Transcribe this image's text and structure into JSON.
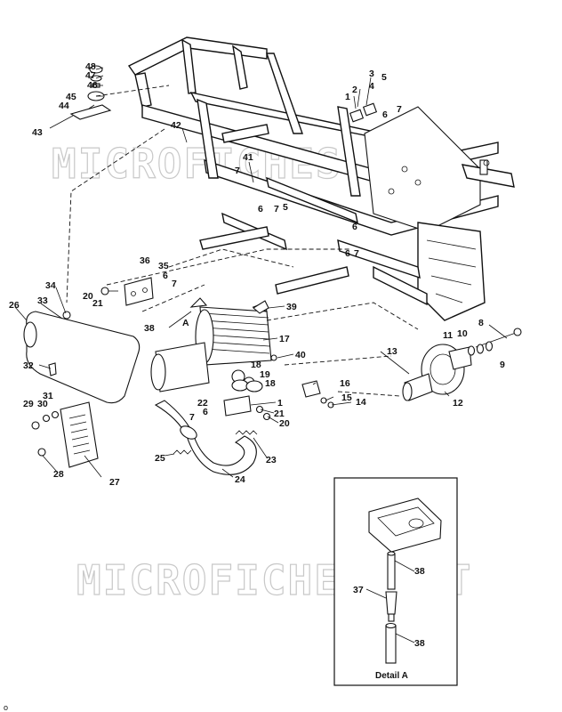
{
  "watermark": "MICROFICHES.NET",
  "detail": {
    "title": "Detail A"
  },
  "detail_marker": "A",
  "page_marker": "o",
  "callouts": [
    {
      "id": "48",
      "label": "48"
    },
    {
      "id": "47",
      "label": "47"
    },
    {
      "id": "46",
      "label": "46"
    },
    {
      "id": "45",
      "label": "45"
    },
    {
      "id": "44",
      "label": "44"
    },
    {
      "id": "43",
      "label": "43"
    },
    {
      "id": "42",
      "label": "42"
    },
    {
      "id": "41",
      "label": "41"
    },
    {
      "id": "7a",
      "label": "7"
    },
    {
      "id": "6a",
      "label": "6"
    },
    {
      "id": "7b",
      "label": "7"
    },
    {
      "id": "5a",
      "label": "5"
    },
    {
      "id": "6b",
      "label": "6"
    },
    {
      "id": "3",
      "label": "3"
    },
    {
      "id": "2",
      "label": "2"
    },
    {
      "id": "4",
      "label": "4"
    },
    {
      "id": "5",
      "label": "5"
    },
    {
      "id": "1a",
      "label": "1"
    },
    {
      "id": "7c",
      "label": "7"
    },
    {
      "id": "6c",
      "label": "6"
    },
    {
      "id": "6d",
      "label": "6"
    },
    {
      "id": "7d",
      "label": "7"
    },
    {
      "id": "36",
      "label": "36"
    },
    {
      "id": "35",
      "label": "35"
    },
    {
      "id": "6e",
      "label": "6"
    },
    {
      "id": "7e",
      "label": "7"
    },
    {
      "id": "34",
      "label": "34"
    },
    {
      "id": "33",
      "label": "33"
    },
    {
      "id": "20a",
      "label": "20"
    },
    {
      "id": "21a",
      "label": "21"
    },
    {
      "id": "26",
      "label": "26"
    },
    {
      "id": "39",
      "label": "39"
    },
    {
      "id": "38a",
      "label": "38"
    },
    {
      "id": "17",
      "label": "17"
    },
    {
      "id": "40",
      "label": "40"
    },
    {
      "id": "32",
      "label": "32"
    },
    {
      "id": "18a",
      "label": "18"
    },
    {
      "id": "19",
      "label": "19"
    },
    {
      "id": "18b",
      "label": "18"
    },
    {
      "id": "16",
      "label": "16"
    },
    {
      "id": "15",
      "label": "15"
    },
    {
      "id": "14",
      "label": "14"
    },
    {
      "id": "31",
      "label": "31"
    },
    {
      "id": "30",
      "label": "30"
    },
    {
      "id": "29",
      "label": "29"
    },
    {
      "id": "22",
      "label": "22"
    },
    {
      "id": "6f",
      "label": "6"
    },
    {
      "id": "7f",
      "label": "7"
    },
    {
      "id": "1b",
      "label": "1"
    },
    {
      "id": "21b",
      "label": "21"
    },
    {
      "id": "20b",
      "label": "20"
    },
    {
      "id": "25",
      "label": "25"
    },
    {
      "id": "23",
      "label": "23"
    },
    {
      "id": "28",
      "label": "28"
    },
    {
      "id": "27",
      "label": "27"
    },
    {
      "id": "24",
      "label": "24"
    },
    {
      "id": "8",
      "label": "8"
    },
    {
      "id": "11",
      "label": "11"
    },
    {
      "id": "10",
      "label": "10"
    },
    {
      "id": "9",
      "label": "9"
    },
    {
      "id": "13",
      "label": "13"
    },
    {
      "id": "12",
      "label": "12"
    },
    {
      "id": "38b",
      "label": "38"
    },
    {
      "id": "37",
      "label": "37"
    },
    {
      "id": "38c",
      "label": "38"
    }
  ]
}
